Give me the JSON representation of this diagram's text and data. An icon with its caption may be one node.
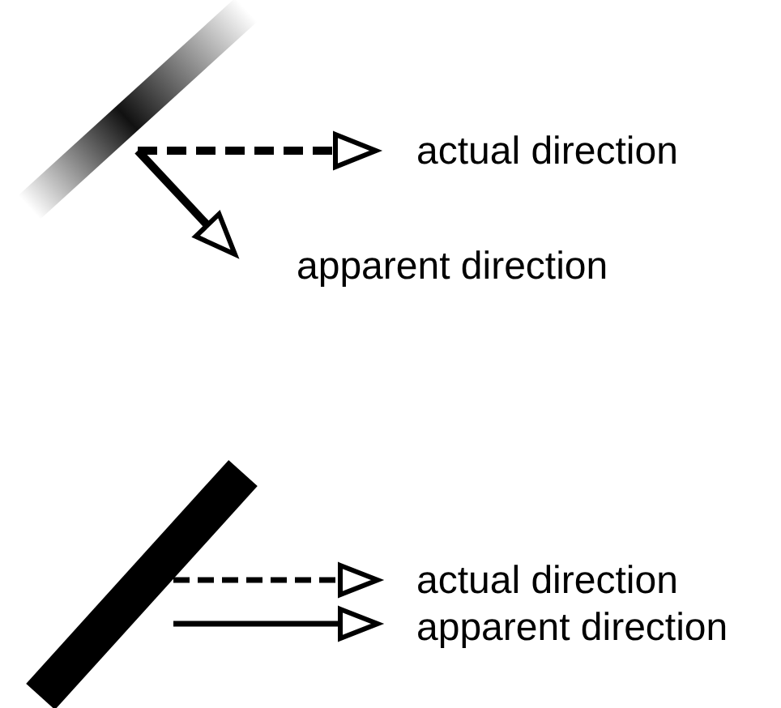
{
  "diagram": {
    "labels": [
      "actual direction",
      "apparent direction",
      "actual direction",
      "apparent direction"
    ]
  }
}
